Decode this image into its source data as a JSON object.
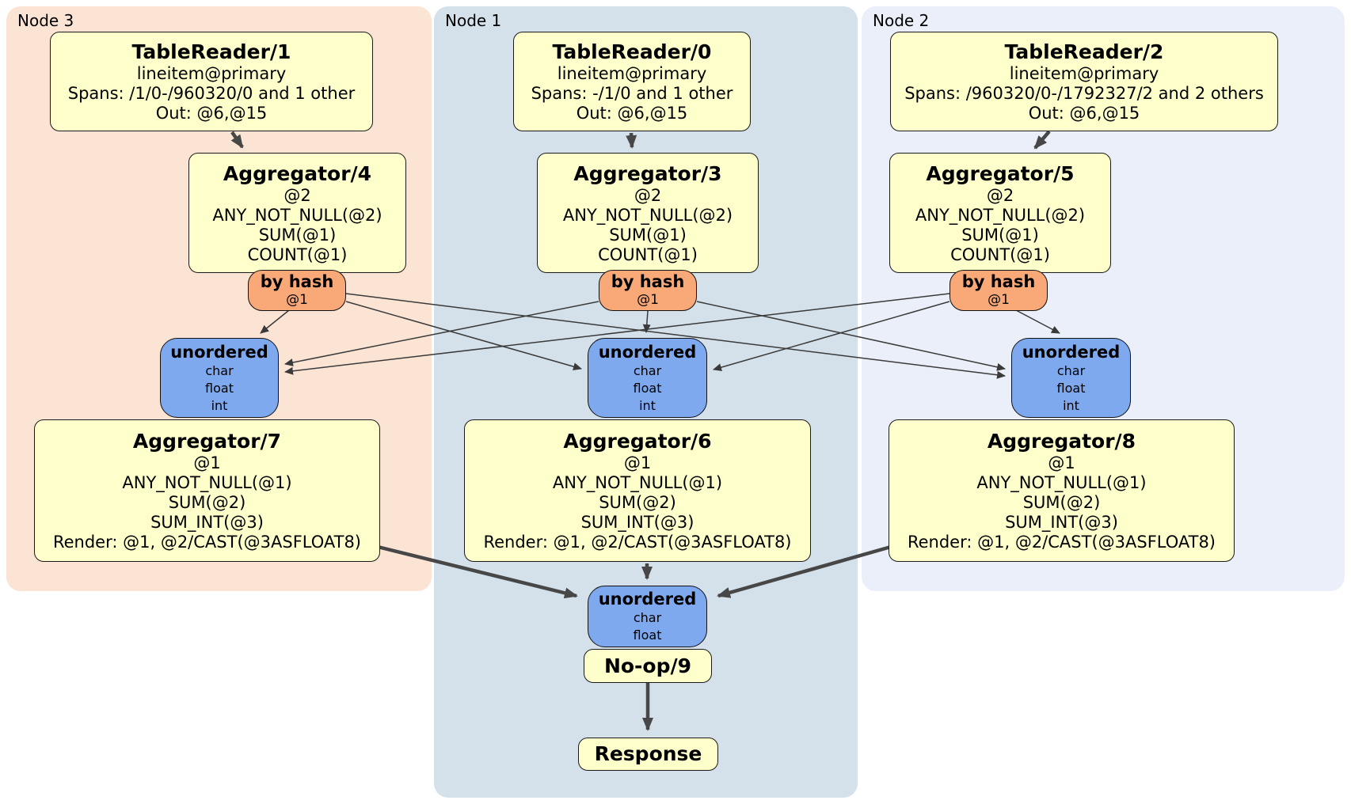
{
  "diagram": {
    "regions": {
      "node3": {
        "label": "Node 3"
      },
      "node1": {
        "label": "Node 1"
      },
      "node2": {
        "label": "Node 2"
      }
    },
    "colors": {
      "node3_bg": "#fce4d5",
      "node1_bg": "#d4e1ea",
      "node2_bg": "#eaeffa",
      "processor_bg": "#ffffcc",
      "router_bg": "#f9a877",
      "sync_bg": "#7fa9ef",
      "edge_thick": "#474747",
      "edge_thin": "#3a3a3a"
    },
    "processors": {
      "tr1": {
        "title": "TableReader/1",
        "lines": [
          "lineitem@primary",
          "Spans: /1/0-/960320/0 and 1 other",
          "Out: @6,@15"
        ]
      },
      "tr0": {
        "title": "TableReader/0",
        "lines": [
          "lineitem@primary",
          "Spans: -/1/0 and 1 other",
          "Out: @6,@15"
        ]
      },
      "tr2": {
        "title": "TableReader/2",
        "lines": [
          "lineitem@primary",
          "Spans: /960320/0-/1792327/2 and 2 others",
          "Out: @6,@15"
        ]
      },
      "agg4": {
        "title": "Aggregator/4",
        "lines": [
          "@2",
          "ANY_NOT_NULL(@2)",
          "SUM(@1)",
          "COUNT(@1)"
        ]
      },
      "agg3": {
        "title": "Aggregator/3",
        "lines": [
          "@2",
          "ANY_NOT_NULL(@2)",
          "SUM(@1)",
          "COUNT(@1)"
        ]
      },
      "agg5": {
        "title": "Aggregator/5",
        "lines": [
          "@2",
          "ANY_NOT_NULL(@2)",
          "SUM(@1)",
          "COUNT(@1)"
        ]
      },
      "agg7": {
        "title": "Aggregator/7",
        "lines": [
          "@1",
          "ANY_NOT_NULL(@1)",
          "SUM(@2)",
          "SUM_INT(@3)",
          "Render: @1, @2/CAST(@3ASFLOAT8)"
        ]
      },
      "agg6": {
        "title": "Aggregator/6",
        "lines": [
          "@1",
          "ANY_NOT_NULL(@1)",
          "SUM(@2)",
          "SUM_INT(@3)",
          "Render: @1, @2/CAST(@3ASFLOAT8)"
        ]
      },
      "agg8": {
        "title": "Aggregator/8",
        "lines": [
          "@1",
          "ANY_NOT_NULL(@1)",
          "SUM(@2)",
          "SUM_INT(@3)",
          "Render: @1, @2/CAST(@3ASFLOAT8)"
        ]
      },
      "noop": {
        "title": "No-op/9"
      },
      "response": {
        "title": "Response"
      }
    },
    "routers": {
      "hash4": {
        "title": "by hash",
        "lines": [
          "@1"
        ]
      },
      "hash3": {
        "title": "by hash",
        "lines": [
          "@1"
        ]
      },
      "hash5": {
        "title": "by hash",
        "lines": [
          "@1"
        ]
      }
    },
    "syncs": {
      "sync_left": {
        "title": "unordered",
        "lines": [
          "char",
          "float",
          "int"
        ]
      },
      "sync_mid": {
        "title": "unordered",
        "lines": [
          "char",
          "float",
          "int"
        ]
      },
      "sync_right": {
        "title": "unordered",
        "lines": [
          "char",
          "float",
          "int"
        ]
      },
      "sync_bottom": {
        "title": "unordered",
        "lines": [
          "char",
          "float"
        ]
      }
    }
  }
}
